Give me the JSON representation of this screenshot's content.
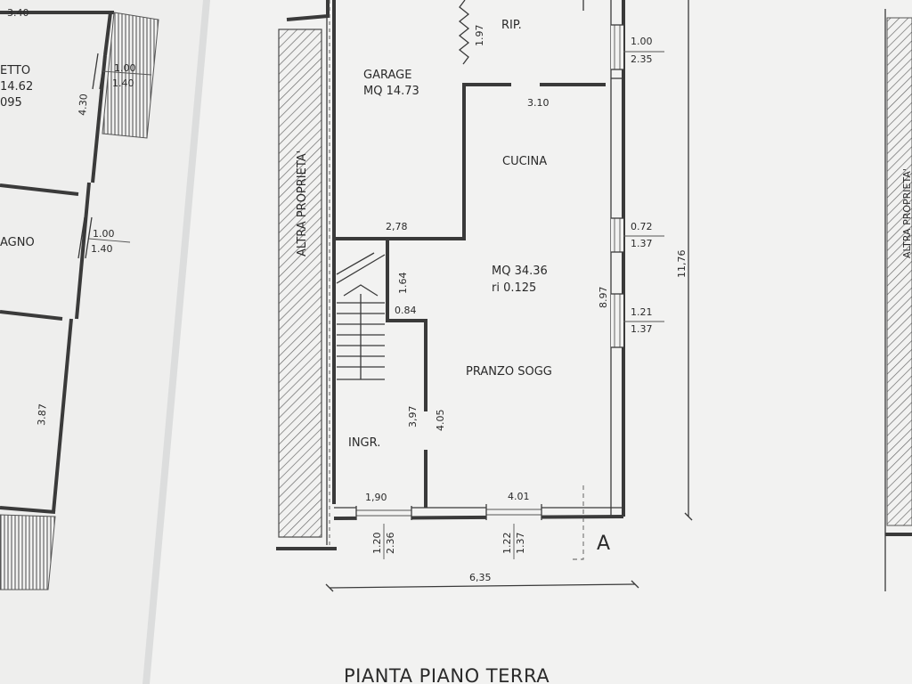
{
  "plan_title": "PIANTA PIANO TERRA",
  "section_marker": "A",
  "neighbor_label": "ALTRA PROPRIETA'",
  "rooms": {
    "garage": "GARAGE",
    "garage_area": "MQ 14.73",
    "rip": "RIP.",
    "cucina": "CUCINA",
    "living_area": "MQ 34.36",
    "living_ri": "ri 0.125",
    "pranzo": "PRANZO SOGG",
    "ingresso": "INGR."
  },
  "dimensions": {
    "d_1_97": "1.97",
    "d_3_10": "3.10",
    "d_2_78": "2,78",
    "d_1_64": "1.64",
    "d_0_84": "0.84",
    "d_3_97": "3,97",
    "d_4_05": "4.05",
    "d_8_97": "8.97",
    "d_11_76": "11,76",
    "d_1_90": "1,90",
    "d_4_01": "4.01",
    "d_6_35": "6,35",
    "win_top_a": "1.00",
    "win_top_b": "2.35",
    "win_mid_a": "0.72",
    "win_mid_b": "1.37",
    "win_low_a": "1.21",
    "win_low_b": "1.37",
    "door_left_a": "1.20",
    "door_left_b": "2.36",
    "door_right_a": "1.22",
    "door_right_b": "1.37"
  },
  "left_page": {
    "top_dim": "3.40",
    "room_a": "ETTO",
    "room_a_area": "14.62",
    "room_a_extra": "095",
    "dim_4_30": "4.30",
    "win_a_1": "1.00",
    "win_a_2": "1.40",
    "room_b": "AGNO",
    "win_b_1": "1.00",
    "win_b_2": "1.40",
    "dim_3_87": "3.87"
  },
  "right_page": {
    "neighbor_label": "ALTRA PROPRIETA'"
  },
  "colors": {
    "paper": "#f3f3f2",
    "ink": "#3a3a3a",
    "background": "#e9eaea"
  }
}
